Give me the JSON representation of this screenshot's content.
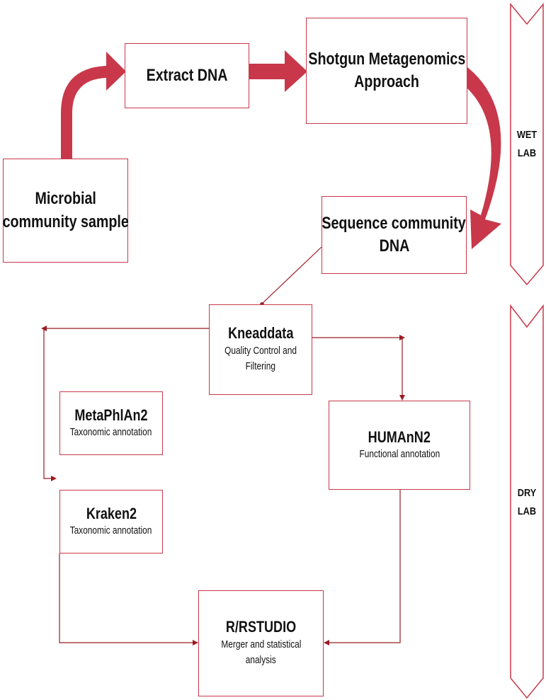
{
  "wet_lab": {
    "label_line1": "WET",
    "label_line2": "LAB",
    "sample": {
      "line1": "Microbial",
      "line2": "community sample"
    },
    "extract": {
      "title": "Extract DNA"
    },
    "shotgun": {
      "line1": "Shotgun Metagenomics",
      "line2": "Approach"
    },
    "sequence": {
      "line1": "Sequence community",
      "line2": "DNA"
    }
  },
  "dry_lab": {
    "label_line1": "DRY",
    "label_line2": "LAB",
    "kneaddata": {
      "title": "Kneaddata",
      "sub1": "Quality Control and",
      "sub2": "Filtering"
    },
    "metaphlan": {
      "title": "MetaPhlAn2",
      "sub": "Taxonomic annotation"
    },
    "kraken": {
      "title": "Kraken2",
      "sub": "Taxonomic annotation"
    },
    "humann": {
      "title": "HUMAnN2",
      "sub": "Functional annotation"
    },
    "rstudio": {
      "title": "R/RSTUDIO",
      "sub1": "Merger and statistical",
      "sub2": "analysis"
    }
  },
  "colors": {
    "arrow_fill": "#c8384a",
    "box_border": "#c8384a",
    "connector": "#9b1c24",
    "band_border": "#c8384a"
  }
}
